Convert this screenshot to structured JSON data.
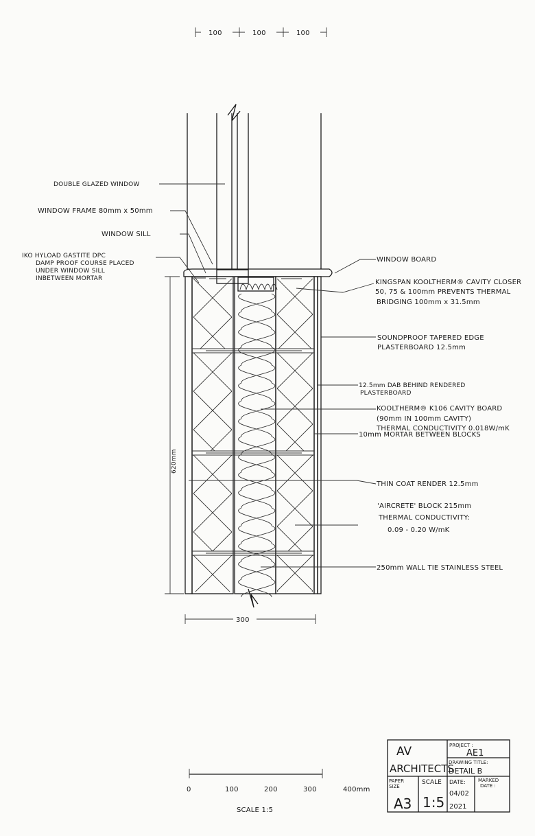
{
  "top_dimensions": [
    "100",
    "100",
    "100"
  ],
  "labels_left": {
    "double_glazed_window": "DOUBLE GLAZED WINDOW",
    "window_frame": "WINDOW FRAME 80mm x 50mm",
    "window_sill": "WINDOW SILL",
    "dpc": [
      "IKO HYLOAD GASTITE DPC",
      "DAMP PROOF COURSE PLACED",
      "UNDER WINDOW SILL",
      "INBETWEEN MORTAR"
    ]
  },
  "labels_right": {
    "window_board": "WINDOW BOARD",
    "cavity_closer": [
      "KINGSPAN KOOLTHERM® CAVITY CLOSER",
      "50, 75 & 100mm PREVENTS THERMAL",
      "BRIDGING 100mm x 31.5mm"
    ],
    "plasterboard": [
      "SOUNDPROOF TAPERED EDGE",
      "PLASTERBOARD 12.5mm"
    ],
    "dab": [
      "12.5mm DAB BEHIND RENDERED",
      "PLASTERBOARD"
    ],
    "cavity_board": [
      "KOOLTHERM® K106 CAVITY BOARD",
      "(90mm IN 100mm CAVITY)",
      "THERMAL CONDUCTIVITY 0.018W/mK"
    ],
    "mortar": "10mm MORTAR BETWEEN BLOCKS",
    "render": "THIN COAT RENDER 12.5mm",
    "aircrete": [
      "'AIRCRETE' BLOCK 215mm",
      "THERMAL CONDUCTIVITY:",
      "0.09 - 0.20 W/mK"
    ],
    "wall_tie": "250mm WALL TIE STAINLESS STEEL"
  },
  "dimensions": {
    "height": "620mm",
    "width": "300"
  },
  "scale_bar": {
    "ticks": [
      "0",
      "100",
      "200",
      "300",
      "400mm"
    ],
    "caption": "SCALE 1:5"
  },
  "title_block": {
    "company": [
      "AV",
      "ARCHITECTS"
    ],
    "project_label": "PROJECT :",
    "project": "AE1",
    "drawing_title_label": "DRAWING TITLE:",
    "drawing_title": "DETAIL B",
    "paper_size_label": [
      "PAPER",
      "SIZE"
    ],
    "paper_size": "A3",
    "scale_label": "SCALE",
    "scale": "1:5",
    "date_label": "DATE:",
    "date": [
      "04/02",
      "2021"
    ],
    "marked_date_label": [
      "MARKED",
      "DATE :"
    ]
  }
}
